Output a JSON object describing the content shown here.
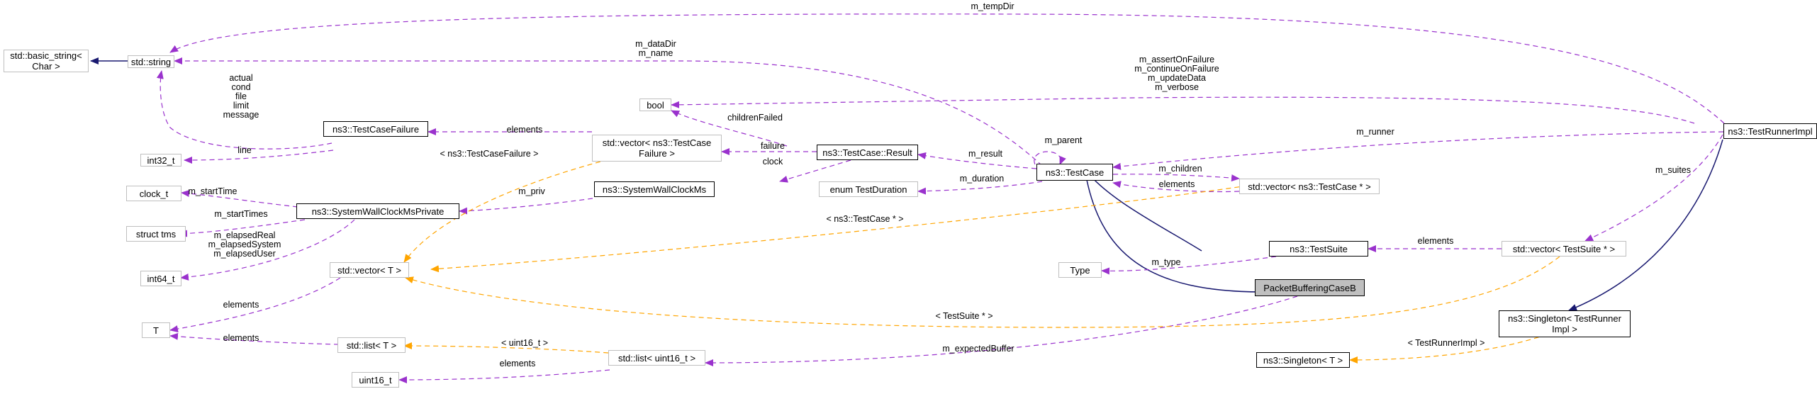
{
  "colors": {
    "inheritance": "#191970",
    "usage": "#9a32cd",
    "template": "#ffa500",
    "undocumented_border": "#bfbfbf",
    "documented_border": "#000000",
    "focus_fill": "#bfbfbf"
  },
  "nodes": {
    "basic_string": "std::basic_string<\nChar >",
    "string": "std::string",
    "bool": "bool",
    "int32_t": "int32_t",
    "clock_t": "clock_t",
    "struct_tms": "struct tms",
    "int64_t": "int64_t",
    "T": "T",
    "uint16_t": "uint16_t",
    "testcasefailure": "ns3::TestCaseFailure",
    "wallclockprivate": "ns3::SystemWallClockMsPrivate",
    "vector_tcf": "std::vector< ns3::TestCase\nFailure >",
    "vector_T": "std::vector< T >",
    "list_T": "std::list< T >",
    "list_uint16": "std::list< uint16_t >",
    "result": "ns3::TestCase::Result",
    "wallclock": "ns3::SystemWallClockMs",
    "enum_duration": "enum TestDuration",
    "testcase": "ns3::TestCase",
    "vector_tc": "std::vector< ns3::TestCase * >",
    "type": "Type",
    "testsuite": "ns3::TestSuite",
    "packetbuffering": "PacketBufferingCaseB",
    "runnerimpl": "ns3::TestRunnerImpl",
    "vector_ts": "std::vector< TestSuite * >",
    "singleton_runner": "ns3::Singleton< TestRunner\nImpl >",
    "singleton_T": "ns3::Singleton< T >"
  },
  "edge_labels": {
    "m_tempDir": "m_tempDir",
    "datadir_name": "m_dataDir\nm_name",
    "runner_flags": "m_assertOnFailure\nm_continueOnFailure\nm_updateData\nm_verbose",
    "failure_fields": "actual\ncond\nfile\nlimit\nmessage",
    "line": "line",
    "elements_tcf": "elements",
    "childrenFailed": "childrenFailed",
    "failure": "failure",
    "clock": "clock",
    "tpl_tcf": "< ns3::TestCaseFailure >",
    "m_parent": "m_parent",
    "m_runner": "m_runner",
    "m_result": "m_result",
    "m_startTime": "m_startTime",
    "m_priv": "m_priv",
    "m_duration": "m_duration",
    "m_children": "m_children",
    "elements_tc": "elements",
    "m_suites": "m_suites",
    "m_startTimes": "m_startTimes",
    "elapsed": "m_elapsedReal\nm_elapsedSystem\nm_elapsedUser",
    "tpl_tc": "< ns3::TestCase * >",
    "m_type": "m_type",
    "elements_ts": "elements",
    "elements_T": "elements",
    "tpl_ts": "< TestSuite * >",
    "elements_list": "elements",
    "tpl_uint16": "< uint16_t >",
    "elements_uint16": "elements",
    "m_expectedBuffer": "m_expectedBuffer",
    "tpl_runnerimpl": "< TestRunnerImpl >"
  }
}
